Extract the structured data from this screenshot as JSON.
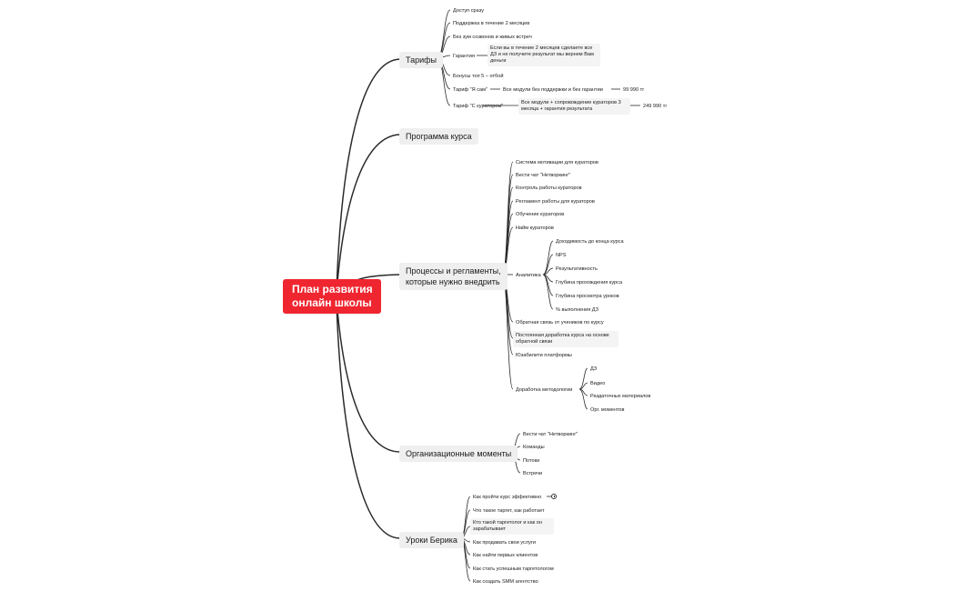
{
  "root": {
    "label": "План развития\nонлайн школы"
  },
  "tariffs": {
    "label": "Тарифы",
    "items": [
      "Доступ сразу",
      "Поддержка в течение 2 месяцев",
      "Без зум созвонов и живых встреч",
      "Гарантия",
      "Бонусы топ 5 – отбой",
      "Тариф \"Я сам\"",
      "Тариф \"С куратором\""
    ],
    "guarantee_detail": "Если вы в течение 2 месяцев сделаете все ДЗ и не получите результат мы вернем Вам деньги",
    "self_detail": "Все модули без поддержки и без гарантии",
    "self_price": "99 990 тг",
    "curator_detail": "Все модули + сопровождение кураторов 3 месяца + гарантия результата",
    "curator_price": "249 990 тг"
  },
  "program": {
    "label": "Программа курса"
  },
  "processes": {
    "label": "Процессы и регламенты,\nкоторые нужно внедрить",
    "items": [
      "Система мотивации для кураторов",
      "Вести чат \"Нетворкинг\"",
      "Контроль работы кураторов",
      "Регламент работы для кураторов",
      "Обучение кураторов",
      "Найм кураторов",
      "Аналитика",
      "Обратная связь от учеников по курсу",
      "Постоянная доработка курса на основе обратной связи",
      "Юзабилити платформы",
      "Доработка методологии"
    ],
    "analytics": [
      "Доходимость до конца курса",
      "NPS",
      "Результативность",
      "Глубина прохождения курса",
      "Глубина просмотра уроков",
      "% выполнения ДЗ"
    ],
    "methodology": [
      "ДЗ",
      "Видео",
      "Раздаточных материалов",
      "Орг. моментов"
    ]
  },
  "org": {
    "label": "Организационные моменты",
    "items": [
      "Вести чат \"Нетворкинг\"",
      "Команды",
      "Потоки",
      "Встречи"
    ]
  },
  "lessons": {
    "label": "Уроки Берика",
    "items": [
      "Как пройти курс эффективно",
      "Что такое таргет, как работает",
      "Кто такой таргетолог и как он зарабатывает",
      "Как продавать свои услуги",
      "Как найти первых клиентов",
      "Как стать успешным таргетологом",
      "Как создать SMM агентство"
    ]
  },
  "colors": {
    "root_bg": "#ef2630",
    "node_bg": "#efefef",
    "line": "#2b2b2b"
  },
  "icons": {
    "lesson_first": "clock-icon"
  }
}
